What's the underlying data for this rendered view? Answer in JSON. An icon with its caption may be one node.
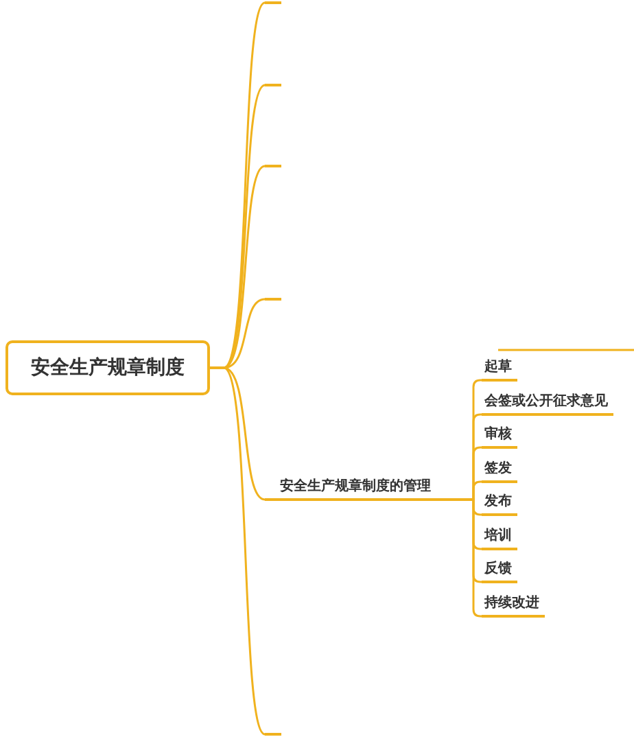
{
  "diagram": {
    "nodes": [
      {
        "text": [
          "安全生产规章制度"
        ]
      },
      {
        "text": [],
        "shape": "bar"
      },
      {
        "text": [],
        "shape": "bar"
      },
      {
        "text": [],
        "shape": "bar"
      },
      {
        "text": [],
        "shape": "bar"
      },
      {
        "text": [
          "安全生产规章制度的管理"
        ]
      },
      {
        "text": [
          "起草"
        ]
      },
      {
        "text": [
          "会签或公开征求意见"
        ]
      },
      {
        "text": [
          "审核"
        ]
      },
      {
        "text": [
          "签发"
        ]
      },
      {
        "text": [
          "发布"
        ]
      },
      {
        "text": [
          "培训"
        ]
      },
      {
        "text": [
          "反馈"
        ]
      },
      {
        "text": [
          "持续改进"
        ]
      },
      {
        "text": [],
        "shape": "bar"
      }
    ],
    "edges": [
      {
        "from": 0,
        "to": 1,
        "arrow": "none"
      },
      {
        "from": 0,
        "to": 2,
        "arrow": "none"
      },
      {
        "from": 0,
        "to": 3,
        "arrow": "none"
      },
      {
        "from": 0,
        "to": 4,
        "arrow": "none"
      },
      {
        "from": 0,
        "to": 5,
        "arrow": "none"
      },
      {
        "from": 0,
        "to": 14,
        "arrow": "none"
      },
      {
        "from": 5,
        "to": 6,
        "arrow": "none"
      },
      {
        "from": 5,
        "to": 7,
        "arrow": "none"
      },
      {
        "from": 5,
        "to": 8,
        "arrow": "none"
      },
      {
        "from": 5,
        "to": 9,
        "arrow": "none"
      },
      {
        "from": 5,
        "to": 10,
        "arrow": "none"
      },
      {
        "from": 5,
        "to": 11,
        "arrow": "none"
      },
      {
        "from": 5,
        "to": 12,
        "arrow": "none"
      },
      {
        "from": 5,
        "to": 13,
        "arrow": "none"
      }
    ]
  }
}
